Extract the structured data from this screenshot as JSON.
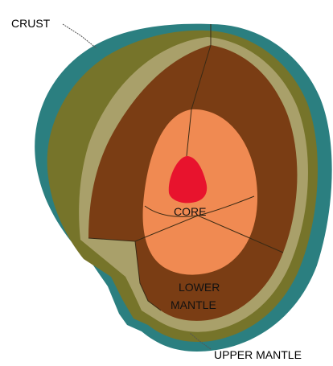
{
  "diagram": {
    "labels": {
      "crust": "CRUST",
      "core": "CORE",
      "lower_mantle_line1": "LOWER",
      "lower_mantle_line2": "MANTLE",
      "upper_mantle": "UPPER MANTLE"
    },
    "colors": {
      "crust_outer": "#2b7f80",
      "crust_inner": "#76742a",
      "upper_mantle_band": "#a9a06a",
      "lower_mantle": "#7a3d14",
      "outer_core": "#f08a52",
      "inner_core": "#e8132d"
    }
  }
}
